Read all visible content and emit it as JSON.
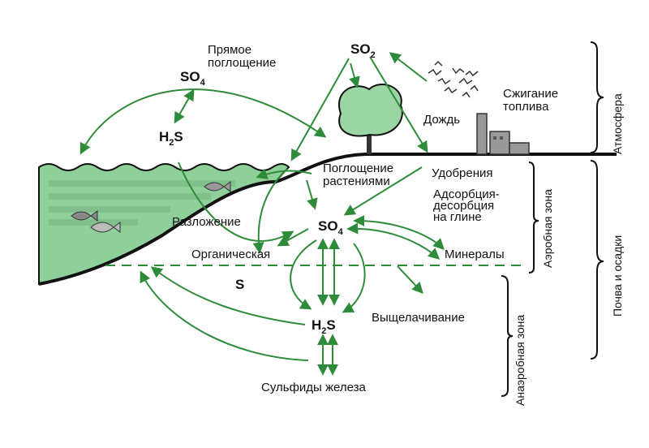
{
  "labels": {
    "direct_uptake_1": "Прямое",
    "direct_uptake_2": "поглощение",
    "fuel_burning_1": "Сжигание",
    "fuel_burning_2": "топлива",
    "rain": "Дождь",
    "fertilizers": "Удобрения",
    "plant_uptake_1": "Поглощение",
    "plant_uptake_2": "растениями",
    "adsorption_1": "Адсорбция-",
    "adsorption_2": "десорбция",
    "adsorption_3": "на глине",
    "decomposition": "Разложение",
    "organic": "Органическая",
    "organic_s": "S",
    "minerals": "Минералы",
    "leaching": "Выщелачивание",
    "iron_sulfides": "Сульфиды железа"
  },
  "chem": {
    "so4_left": {
      "main": "SO",
      "sub": "4"
    },
    "so2_top": {
      "main": "SO",
      "sub": "2"
    },
    "h2s_left": {
      "pre": "H",
      "sub": "2",
      "post": "S"
    },
    "so4_center": {
      "main": "SO",
      "sub": "4"
    },
    "h2s_bottom": {
      "pre": "H",
      "sub": "2",
      "post": "S"
    }
  },
  "zones": {
    "atmosphere": "Атмосфера",
    "soil": "Почва и осадки",
    "aerobic": "Аэробная зона",
    "anaerobic": "Анаэробная зона"
  },
  "colors": {
    "arrow_green": "#2e8b3a",
    "water_green": "#8fcf9a",
    "tree_green": "#9bd5a3",
    "land_line": "#111111"
  },
  "icons": [
    "fish-icon",
    "tree-icon",
    "factory-icon",
    "smoke-icon"
  ]
}
